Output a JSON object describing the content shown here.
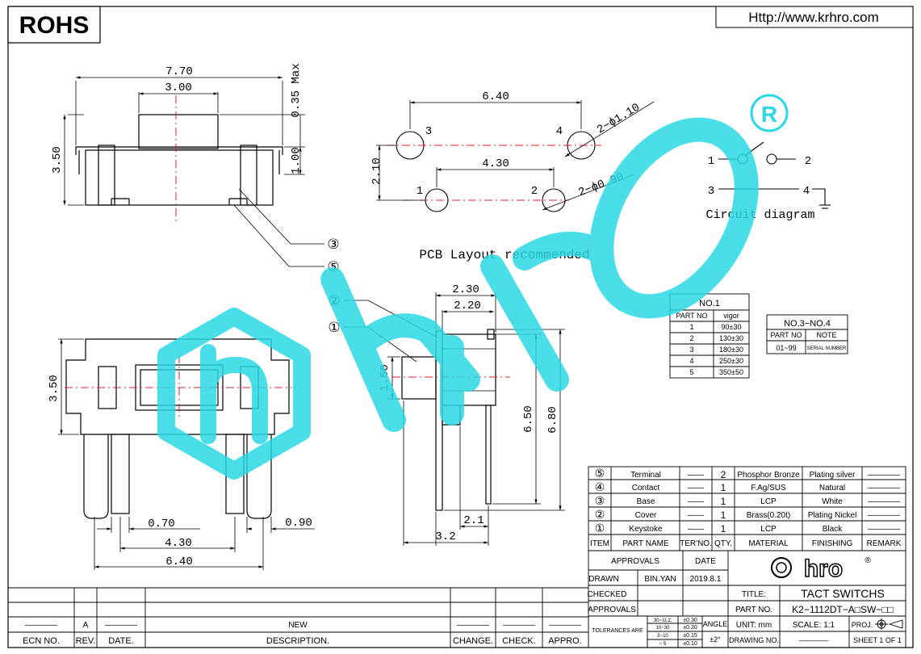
{
  "header": {
    "rohs": "ROHS",
    "url": "Http://www.krhro.com",
    "registered": "®"
  },
  "side_view": {
    "dim_top1": "7.70",
    "dim_top2": "3.00",
    "dim_right1": "0.35 Max",
    "dim_right2": "1.00",
    "dim_left": "3.50",
    "callout_a": "③",
    "callout_b": "⑤"
  },
  "pcb": {
    "dim_top": "6.40",
    "dim_mid": "4.30",
    "dim_left": "2.10",
    "hole_large": "2−ϕ1.10",
    "hole_small": "2−ϕ0.90",
    "pin1": "1",
    "pin2": "2",
    "pin3": "3",
    "pin4": "4",
    "caption": "PCB Layout recommended"
  },
  "circuit": {
    "n1": "1",
    "n2": "2",
    "n3": "3",
    "n4": "4",
    "caption": "Circuit diagram"
  },
  "front_view": {
    "dim_left": "3.50",
    "dim_070": "0.70",
    "dim_090": "0.90",
    "dim_430": "4.30",
    "dim_640": "6.40"
  },
  "right_view": {
    "dim_230": "2.30",
    "dim_220": "2.20",
    "dim_150": "1.50",
    "dim_650": "6.50",
    "dim_680": "6.80",
    "dim_21": "2.1",
    "dim_32": "3.2",
    "callout_2": "②",
    "callout_1": "①"
  },
  "force_table": {
    "title": "NO.1",
    "headers": [
      "PART NO",
      "vigor"
    ],
    "rows": [
      [
        "1",
        "90±30"
      ],
      [
        "2",
        "130±30"
      ],
      [
        "3",
        "180±30"
      ],
      [
        "4",
        "250±30"
      ],
      [
        "5",
        "350±50"
      ]
    ]
  },
  "note_table": {
    "title": "NO.3−NO.4",
    "headers": [
      "PART NO",
      "NOTE"
    ],
    "row": [
      "01~99",
      "SERIAL NUMBER"
    ]
  },
  "bom": {
    "rows": [
      {
        "item": "⑤",
        "name": "Terminal",
        "ter": "——",
        "qty": "2",
        "material": "Phosphor Bronze",
        "finishing": "Plating silver",
        "remark": "————"
      },
      {
        "item": "④",
        "name": "Contact",
        "ter": "——",
        "qty": "1",
        "material": "F.Ag/SUS",
        "finishing": "Natural",
        "remark": "————"
      },
      {
        "item": "③",
        "name": "Base",
        "ter": "——",
        "qty": "1",
        "material": "LCP",
        "finishing": "White",
        "remark": "————"
      },
      {
        "item": "②",
        "name": "Cover",
        "ter": "——",
        "qty": "1",
        "material": "Brass(0.20t)",
        "finishing": "Plating Nickel",
        "remark": "————"
      },
      {
        "item": "①",
        "name": "Keystoke",
        "ter": "——",
        "qty": "1",
        "material": "LCP",
        "finishing": "Black",
        "remark": "————"
      }
    ],
    "headers": [
      "ITEM",
      "PART NAME",
      "TER'NO.",
      "QTY.",
      "MATERIAL",
      "FINISHING",
      "REMARK"
    ]
  },
  "title_block": {
    "approvals": "APPROVALS",
    "date": "DATE",
    "drawn": "DRAWN",
    "drawn_by": "BIN.YAN",
    "drawn_date": "2019.8.1",
    "checked": "CHECKED",
    "approvals2": "APPROVALS",
    "logo_text": "hro",
    "title_label": "TITLE:",
    "title_value": "TACT SWITCHS",
    "partno_label": "PART NO.",
    "partno_value": "K2−1112DT−A□SW−□□",
    "tolerances": "TOLERANCES ARE",
    "tol_ranges": [
      "30~以上",
      "10~30",
      "5~10",
      "~ 5"
    ],
    "tol_values": [
      "±0.30",
      "±0.20",
      "±0.15",
      "±0.10"
    ],
    "angle": "ANGLE",
    "angle_value": "±2°",
    "unit": "UNIT: mm",
    "scale": "SCALE:  1:1",
    "proj": "PROJ.",
    "drawing_no": "DRAWING NO.",
    "drawing_no_value": "————",
    "sheet": "SHEET  1 OF 1"
  },
  "revision": {
    "row1": [
      "————",
      "A",
      "————",
      "NEW",
      "————",
      "————",
      "————"
    ],
    "labels": [
      "ECN NO.",
      "REV.",
      "DATE.",
      "DESCRIPTION.",
      "CHANGE.",
      "CHECK.",
      "APPRO."
    ]
  },
  "colors": {
    "watermark": "#2ad9e6",
    "centerline": "#e0202a",
    "line": "#000000"
  }
}
